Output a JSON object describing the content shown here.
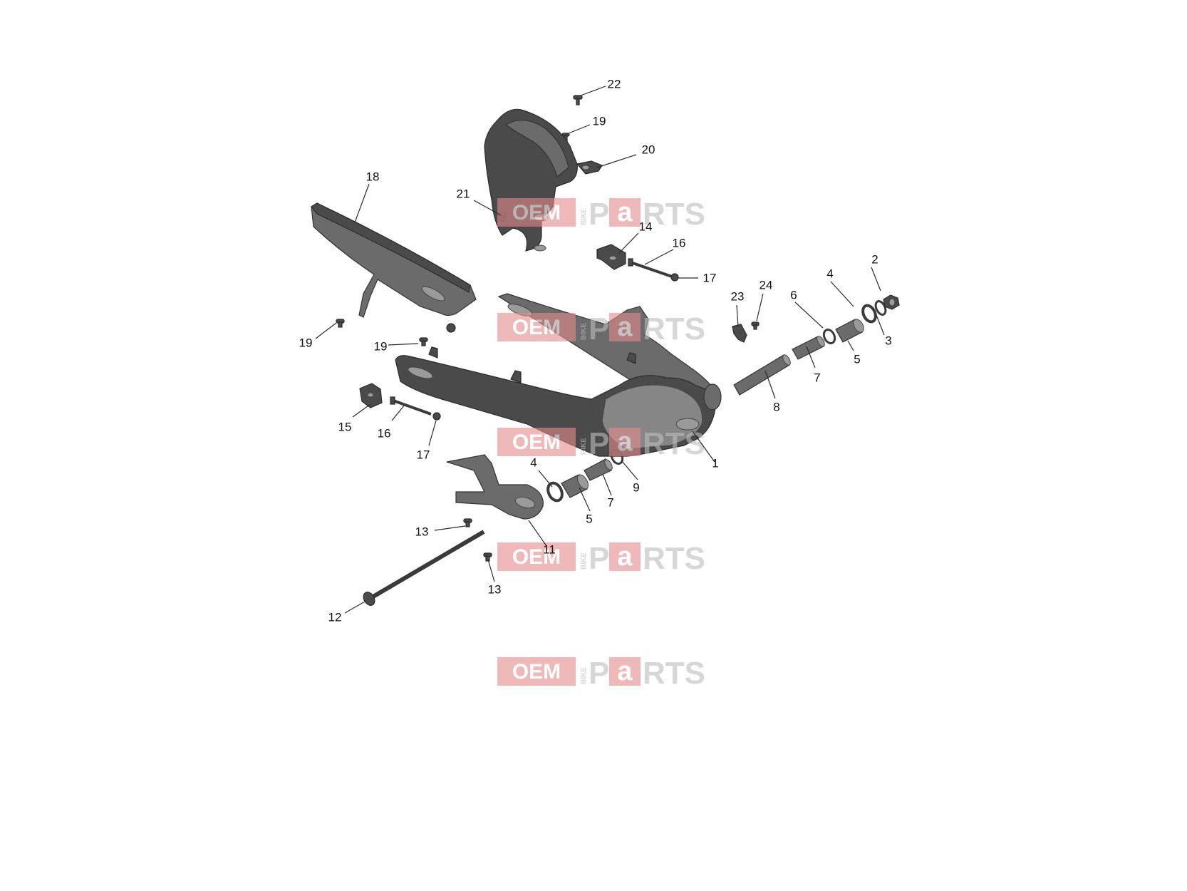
{
  "watermark": {
    "oem": "OEM",
    "bike": "BIKE",
    "p": "P",
    "a": "a",
    "rts": "RTS",
    "colors": {
      "red": "#e78c8c",
      "gray": "#bdbdbd"
    }
  },
  "callouts": [
    {
      "id": "c22",
      "label": "22"
    },
    {
      "id": "c19a",
      "label": "19"
    },
    {
      "id": "c20",
      "label": "20"
    },
    {
      "id": "c21",
      "label": "21"
    },
    {
      "id": "c18",
      "label": "18"
    },
    {
      "id": "c14",
      "label": "14"
    },
    {
      "id": "c16a",
      "label": "16"
    },
    {
      "id": "c17a",
      "label": "17"
    },
    {
      "id": "c2",
      "label": "2"
    },
    {
      "id": "c4a",
      "label": "4"
    },
    {
      "id": "c6",
      "label": "6"
    },
    {
      "id": "c23",
      "label": "23"
    },
    {
      "id": "c24",
      "label": "24"
    },
    {
      "id": "c3",
      "label": "3"
    },
    {
      "id": "c5a",
      "label": "5"
    },
    {
      "id": "c7a",
      "label": "7"
    },
    {
      "id": "c8",
      "label": "8"
    },
    {
      "id": "c19b",
      "label": "19"
    },
    {
      "id": "c19c",
      "label": "19"
    },
    {
      "id": "c15",
      "label": "15"
    },
    {
      "id": "c16b",
      "label": "16"
    },
    {
      "id": "c17b",
      "label": "17"
    },
    {
      "id": "c1",
      "label": "1"
    },
    {
      "id": "c4b",
      "label": "4"
    },
    {
      "id": "c9",
      "label": "9"
    },
    {
      "id": "c7b",
      "label": "7"
    },
    {
      "id": "c5b",
      "label": "5"
    },
    {
      "id": "c13a",
      "label": "13"
    },
    {
      "id": "c11",
      "label": "11"
    },
    {
      "id": "c13b",
      "label": "13"
    },
    {
      "id": "c12",
      "label": "12"
    }
  ]
}
